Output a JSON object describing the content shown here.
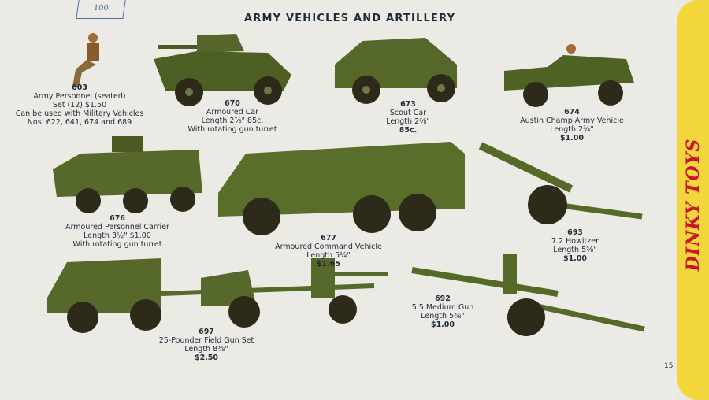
{
  "title": "ARMY VEHICLES AND ARTILLERY",
  "brand": "DINKY TOYS",
  "page_number": "15",
  "handwritten_tag": "100",
  "items": [
    {
      "no": "603",
      "lines": [
        "Army Personnel (seated)",
        "Set (12) $1.50",
        "Can be used with Military Vehicles",
        "Nos. 622, 641, 674 and 689"
      ]
    },
    {
      "no": "670",
      "lines": [
        "Armoured Car",
        "Length 2⅞\"   85c.",
        "With rotating gun turret"
      ]
    },
    {
      "no": "673",
      "lines": [
        "Scout Car",
        "Length 2⅜\"",
        "85c."
      ]
    },
    {
      "no": "674",
      "lines": [
        "Austin Champ Army Vehicle",
        "Length 2¾\"",
        "$1.00"
      ]
    },
    {
      "no": "676",
      "lines": [
        "Armoured Personnel Carrier",
        "Length 3½\"   $1.00",
        "With rotating gun turret"
      ]
    },
    {
      "no": "677",
      "lines": [
        "Armoured Command Vehicle",
        "Length 5¼\"",
        "$1.65"
      ]
    },
    {
      "no": "693",
      "lines": [
        "7.2 Howitzer",
        "Length 5⅝\"",
        "$1.00"
      ]
    },
    {
      "no": "692",
      "lines": [
        "5.5 Medium Gun",
        "Length 5⅝\"",
        "$1.00"
      ]
    },
    {
      "no": "697",
      "lines": [
        "25-Pounder Field Gun Set",
        "Length 8⅜\"",
        "$2.50"
      ]
    }
  ]
}
